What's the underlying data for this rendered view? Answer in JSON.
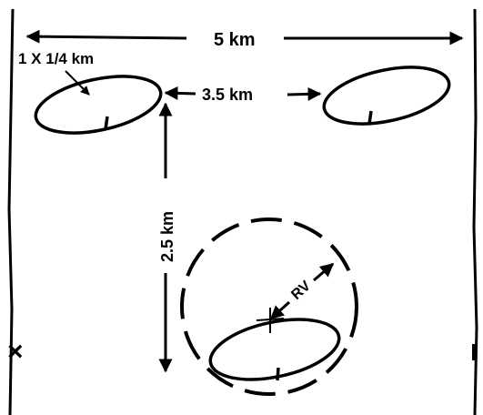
{
  "labels": {
    "total_distance": "5 km",
    "ellipse_size": "1 X 1/4 km",
    "horizontal_gap": "3.5 km",
    "vertical_gap": "2.5 km",
    "radius": "RV"
  },
  "markers": {
    "left_edge_mark": "×"
  },
  "colors": {
    "ink": "#000000",
    "paper": "#ffffff"
  }
}
